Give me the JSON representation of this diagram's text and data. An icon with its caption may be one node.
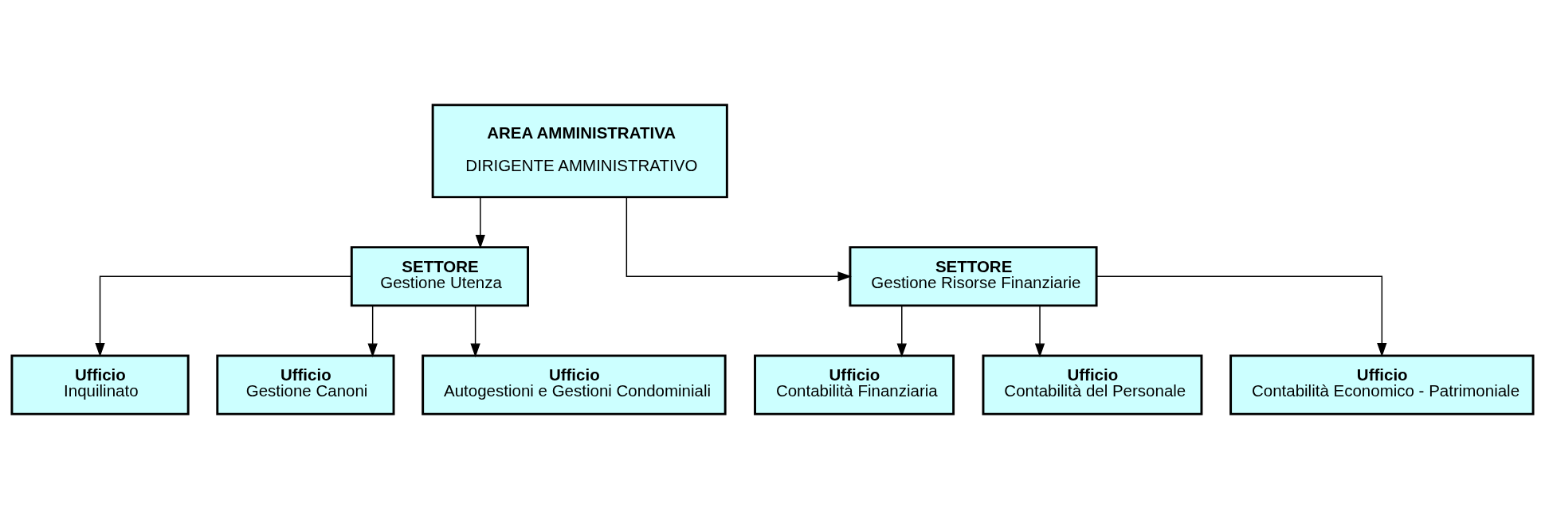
{
  "diagram": {
    "nodes": [
      {
        "text": [
          "AREA AMMINISTRATIVA",
          "DIRIGENTE AMMINISTRATIVO"
        ]
      },
      {
        "text": [
          "SETTORE",
          "Gestione Utenza"
        ]
      },
      {
        "text": [
          "SETTORE",
          "Gestione Risorse Finanziarie"
        ]
      },
      {
        "text": [
          "Ufficio",
          "Inquilinato"
        ]
      },
      {
        "text": [
          "Ufficio",
          "Gestione Canoni"
        ]
      },
      {
        "text": [
          "Ufficio",
          "Autogestioni e Gestioni Condominiali"
        ]
      },
      {
        "text": [
          "Ufficio",
          "Contabilità Finanziaria"
        ]
      },
      {
        "text": [
          "Ufficio",
          "Contabilità del Personale"
        ]
      },
      {
        "text": [
          "Ufficio",
          "Contabilità Economico - Patrimoniale"
        ]
      }
    ],
    "edges": [
      {
        "from": 0,
        "to": 1,
        "arrow": "to"
      },
      {
        "from": 0,
        "to": 2,
        "arrow": "to"
      },
      {
        "from": 1,
        "to": 3,
        "arrow": "to"
      },
      {
        "from": 1,
        "to": 4,
        "arrow": "to"
      },
      {
        "from": 1,
        "to": 5,
        "arrow": "to"
      },
      {
        "from": 2,
        "to": 6,
        "arrow": "to"
      },
      {
        "from": 2,
        "to": 7,
        "arrow": "to"
      },
      {
        "from": 2,
        "to": 8,
        "arrow": "to"
      }
    ]
  }
}
